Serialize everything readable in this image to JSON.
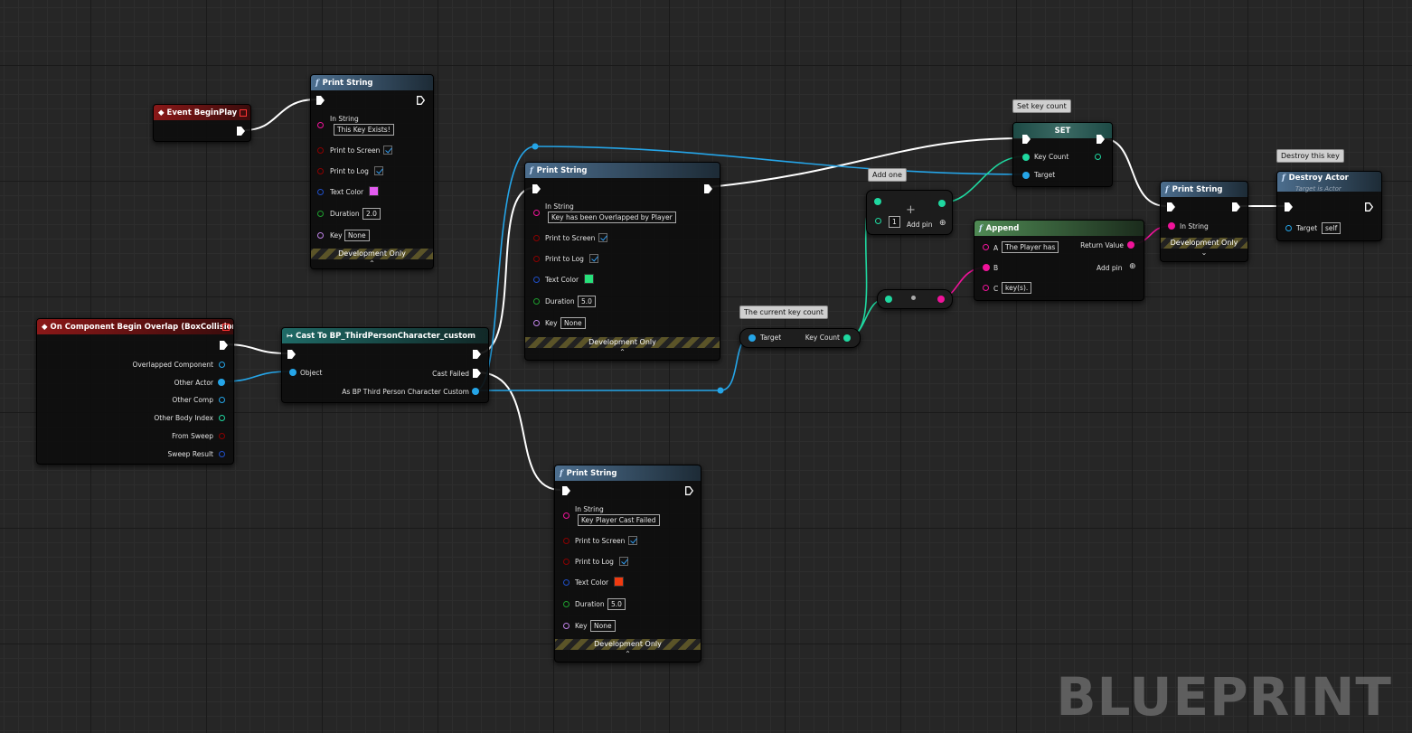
{
  "watermark": "BLUEPRINT",
  "colors": {
    "exec": "#ffffff",
    "string": "#f0139a",
    "bool": "#8c0000",
    "color": "#1f4fc8",
    "float": "#1e9e2e",
    "name": "#c083e8",
    "object": "#25a5e8",
    "int": "#1fd8a0"
  },
  "event_beginplay": {
    "title": "Event BeginPlay"
  },
  "print1": {
    "title": "Print String",
    "in_string_label": "In String",
    "in_string": "This Key Exists!",
    "print_screen": "Print to Screen",
    "print_log": "Print to Log",
    "text_color": "Text Color",
    "color_value": "#e35cf0",
    "duration_label": "Duration",
    "duration": "2.0",
    "key_label": "Key",
    "key": "None",
    "dev": "Development Only"
  },
  "overlap": {
    "title": "On Component Begin Overlap (BoxCollision)",
    "pins": [
      "Overlapped Component",
      "Other Actor",
      "Other Comp",
      "Other Body Index",
      "From Sweep",
      "Sweep Result"
    ]
  },
  "cast": {
    "title": "Cast To BP_ThirdPersonCharacter_custom",
    "object": "Object",
    "cast_failed": "Cast Failed",
    "as_out": "As BP Third Person Character Custom"
  },
  "print2": {
    "title": "Print String",
    "in_string_label": "In String",
    "in_string": "Key has been Overlapped by Player",
    "print_screen": "Print to Screen",
    "print_log": "Print to Log",
    "text_color": "Text Color",
    "color_value": "#27e07a",
    "duration_label": "Duration",
    "duration": "5.0",
    "key_label": "Key",
    "key": "None",
    "dev": "Development Only"
  },
  "print3": {
    "title": "Print String",
    "in_string_label": "In String",
    "in_string": "Key Player Cast Failed",
    "print_screen": "Print to Screen",
    "print_log": "Print to Log",
    "text_color": "Text Color",
    "color_value": "#f03a10",
    "duration_label": "Duration",
    "duration": "5.0",
    "key_label": "Key",
    "key": "None",
    "dev": "Development Only"
  },
  "getkey": {
    "comment": "The current key count",
    "target": "Target",
    "key_count": "Key Count"
  },
  "add": {
    "comment": "Add one",
    "value": "1",
    "add_pin": "Add pin"
  },
  "set": {
    "comment": "Set key count",
    "title": "SET",
    "key_count": "Key Count",
    "target": "Target"
  },
  "append": {
    "title": "Append",
    "a_label": "A",
    "a": "The Player has",
    "b_label": "B",
    "c_label": "C",
    "c": "key(s).",
    "return": "Return Value",
    "add_pin": "Add pin"
  },
  "print4": {
    "title": "Print String",
    "in_string": "In String",
    "dev": "Development Only"
  },
  "destroy": {
    "comment": "Destroy this key",
    "title": "Destroy Actor",
    "subtitle": "Target is Actor",
    "target": "Target",
    "self": "self"
  }
}
